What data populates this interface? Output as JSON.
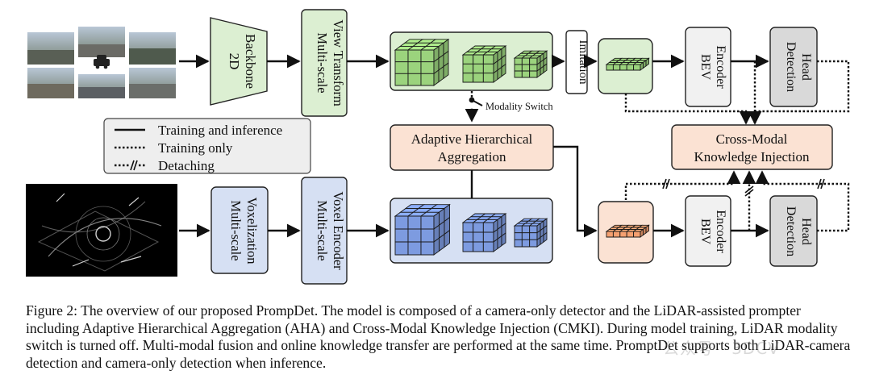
{
  "colors": {
    "green_fill": "#dcefd2",
    "blue_fill": "#d6e0f3",
    "orange_fill": "#fbe2d3",
    "gray_fill": "#d9d9d9",
    "light_gray_fill": "#f1f1f1",
    "cube_green": "#9bd37d",
    "cube_blue": "#7d9be0",
    "cube_orange": "#f5a070",
    "stroke": "#222222"
  },
  "legend": {
    "solid": "Training and inference",
    "dotted": "Training only",
    "detaching": "Detaching"
  },
  "nodes": {
    "backbone": "2D Backbone",
    "mvt": "Multi-scale View Transform",
    "imitation": "Imitation",
    "bev_top": "BEV Encoder",
    "head_top": "Detection Head",
    "modality_switch": "Modality Switch",
    "aha": "Adaptive Hierarchical Aggregation",
    "cmki": "Cross-Modal Knowledge Injection",
    "voxelization": "Multi-scale Voxelization",
    "voxel_encoder": "Multi-scale Voxel Encoder",
    "bev_bottom": "BEV Encoder",
    "head_bottom": "Detection Head"
  },
  "caption": "Figure 2: The overview of our proposed PrompDet. The model is composed of a camera-only detector and the LiDAR-assisted prompter including Adaptive Hierarchical Aggregation (AHA) and Cross-Modal Knowledge Injection (CMKI). During model training, LiDAR modality switch is turned off. Multi-modal fusion and online knowledge transfer are performed at the same time. PromptDet supports both LiDAR-camera detection and camera-only detection when inference.",
  "watermark": "公众号 · 3DCV"
}
